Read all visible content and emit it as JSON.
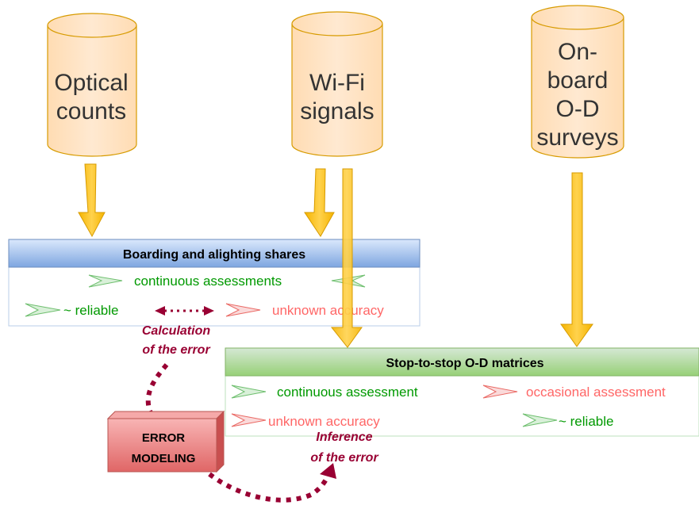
{
  "sources": [
    {
      "id": "optical",
      "lines": [
        "Optical",
        "counts"
      ]
    },
    {
      "id": "wifi",
      "lines": [
        "Wi-Fi",
        "signals"
      ]
    },
    {
      "id": "onboard",
      "lines": [
        "On-",
        "board",
        "O-D",
        "surveys"
      ]
    }
  ],
  "boarding_panel": {
    "title": "Boarding and alighting shares",
    "continuous": "continuous assessments",
    "reliable": "~ reliable",
    "unknown": "unknown accuracy"
  },
  "od_panel": {
    "title": "Stop-to-stop O-D matrices",
    "continuous": "continuous assessment",
    "occasional": "occasional assessment",
    "unknown": "unknown accuracy",
    "reliable": "~ reliable"
  },
  "calculation_label": [
    "Calculation",
    "of the error"
  ],
  "inference_label": [
    "Inference",
    "of the error"
  ],
  "error_box": [
    "ERROR",
    "MODELING"
  ],
  "colors": {
    "cylinder_fill": "#ffe6cc",
    "cylinder_stroke": "#d79b00",
    "arrow": "#f0a30a",
    "boarding_header": "#b4d0f0",
    "od_header": "#a7d48a",
    "green": "#009900",
    "red": "#ff6666",
    "error_curve": "#990033",
    "error_box": "#f08080"
  }
}
